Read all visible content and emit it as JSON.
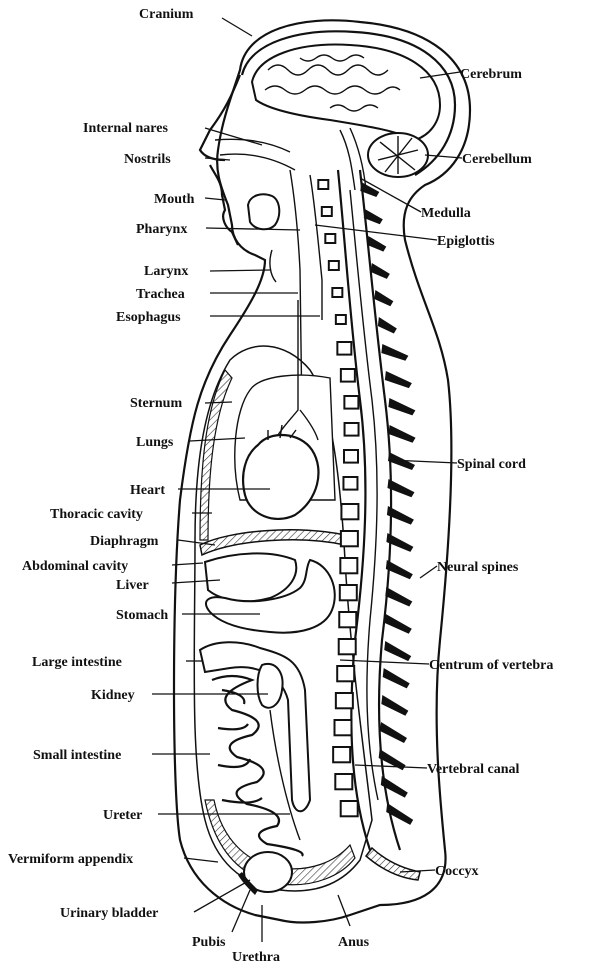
{
  "labels": {
    "cranium": "Cranium",
    "cerebrum": "Cerebrum",
    "internal_nares": "Internal nares",
    "nostrils": "Nostrils",
    "cerebellum": "Cerebellum",
    "mouth": "Mouth",
    "medulla": "Medulla",
    "pharynx": "Pharynx",
    "epiglottis": "Epiglottis",
    "larynx": "Larynx",
    "trachea": "Trachea",
    "esophagus": "Esophagus",
    "sternum": "Sternum",
    "lungs": "Lungs",
    "spinal_cord": "Spinal cord",
    "heart": "Heart",
    "thoracic_cavity": "Thoracic cavity",
    "diaphragm": "Diaphragm",
    "abdominal_cavity": "Abdominal cavity",
    "neural_spines": "Neural spines",
    "liver": "Liver",
    "stomach": "Stomach",
    "large_intestine": "Large intestine",
    "centrum_of_vertebra": "Centrum of vertebra",
    "kidney": "Kidney",
    "small_intestine": "Small intestine",
    "vertebral_canal": "Vertebral canal",
    "ureter": "Ureter",
    "vermiform_appendix": "Vermiform appendix",
    "coccyx": "Coccyx",
    "urinary_bladder": "Urinary bladder",
    "pubis": "Pubis",
    "anus": "Anus",
    "urethra": "Urethra"
  }
}
